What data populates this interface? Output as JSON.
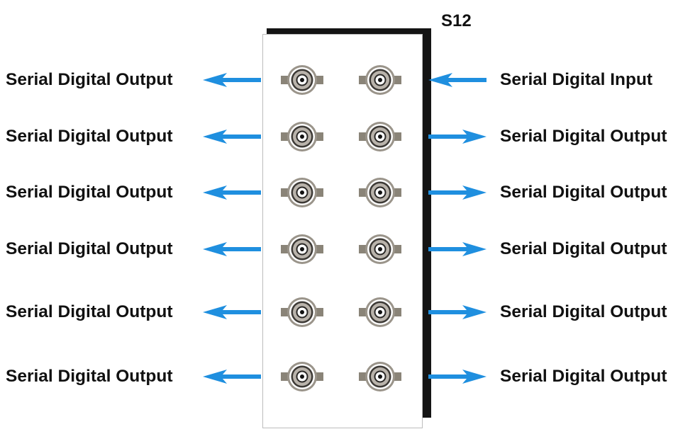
{
  "title": "S12",
  "colors": {
    "arrow": "#1f8fdf",
    "connector_body": "#b9b3ab",
    "panel_shadow": "#141414"
  },
  "connector_icon": "bnc-connector-icon",
  "rows": [
    {
      "left_label": "Serial Digital Output",
      "left_dir": "out",
      "right_label": "Serial Digital Input",
      "right_dir": "in"
    },
    {
      "left_label": "Serial Digital Output",
      "left_dir": "out",
      "right_label": "Serial Digital Output",
      "right_dir": "out"
    },
    {
      "left_label": "Serial Digital Output",
      "left_dir": "out",
      "right_label": "Serial Digital Output",
      "right_dir": "out"
    },
    {
      "left_label": "Serial Digital Output",
      "left_dir": "out",
      "right_label": "Serial Digital Output",
      "right_dir": "out"
    },
    {
      "left_label": "Serial Digital Output",
      "left_dir": "out",
      "right_label": "Serial Digital Output",
      "right_dir": "out"
    },
    {
      "left_label": "Serial Digital Output",
      "left_dir": "out",
      "right_label": "Serial Digital Output",
      "right_dir": "out"
    }
  ]
}
